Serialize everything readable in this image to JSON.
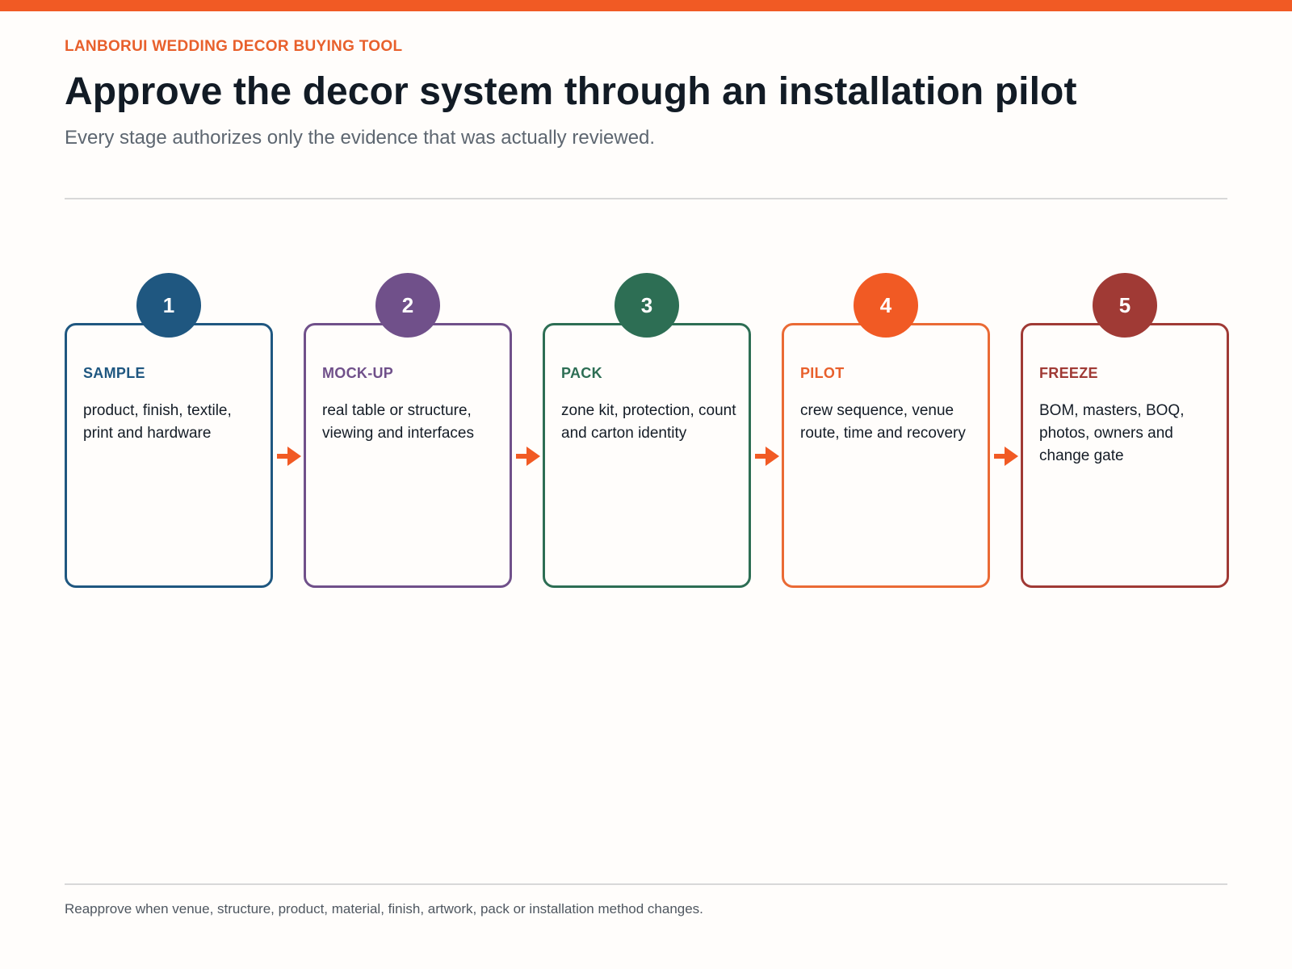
{
  "header": {
    "eyebrow": "LANBORUI WEDDING DECOR BUYING TOOL",
    "title": "Approve the decor system through an installation pilot",
    "subtitle": "Every stage authorizes only the evidence that was actually reviewed."
  },
  "colors": {
    "accent": "#f15a24",
    "sample": "#1f5780",
    "mockup": "#70508a",
    "pack": "#2d6e54",
    "pilot": "#f15a24",
    "freeze": "#a03a35"
  },
  "stages": [
    {
      "number": "1",
      "name": "SAMPLE",
      "description": "product, finish, textile, print and hardware"
    },
    {
      "number": "2",
      "name": "MOCK-UP",
      "description": "real table or structure, viewing and interfaces"
    },
    {
      "number": "3",
      "name": "PACK",
      "description": "zone kit, protection, count and carton identity"
    },
    {
      "number": "4",
      "name": "PILOT",
      "description": "crew sequence, venue route, time and recovery"
    },
    {
      "number": "5",
      "name": "FREEZE",
      "description": "BOM, masters, BOQ, photos, owners and change gate"
    }
  ],
  "connector_icon": "arrow-right-icon",
  "footer": {
    "note": "Reapprove when venue, structure, product, material, finish, artwork, pack or installation method changes."
  }
}
